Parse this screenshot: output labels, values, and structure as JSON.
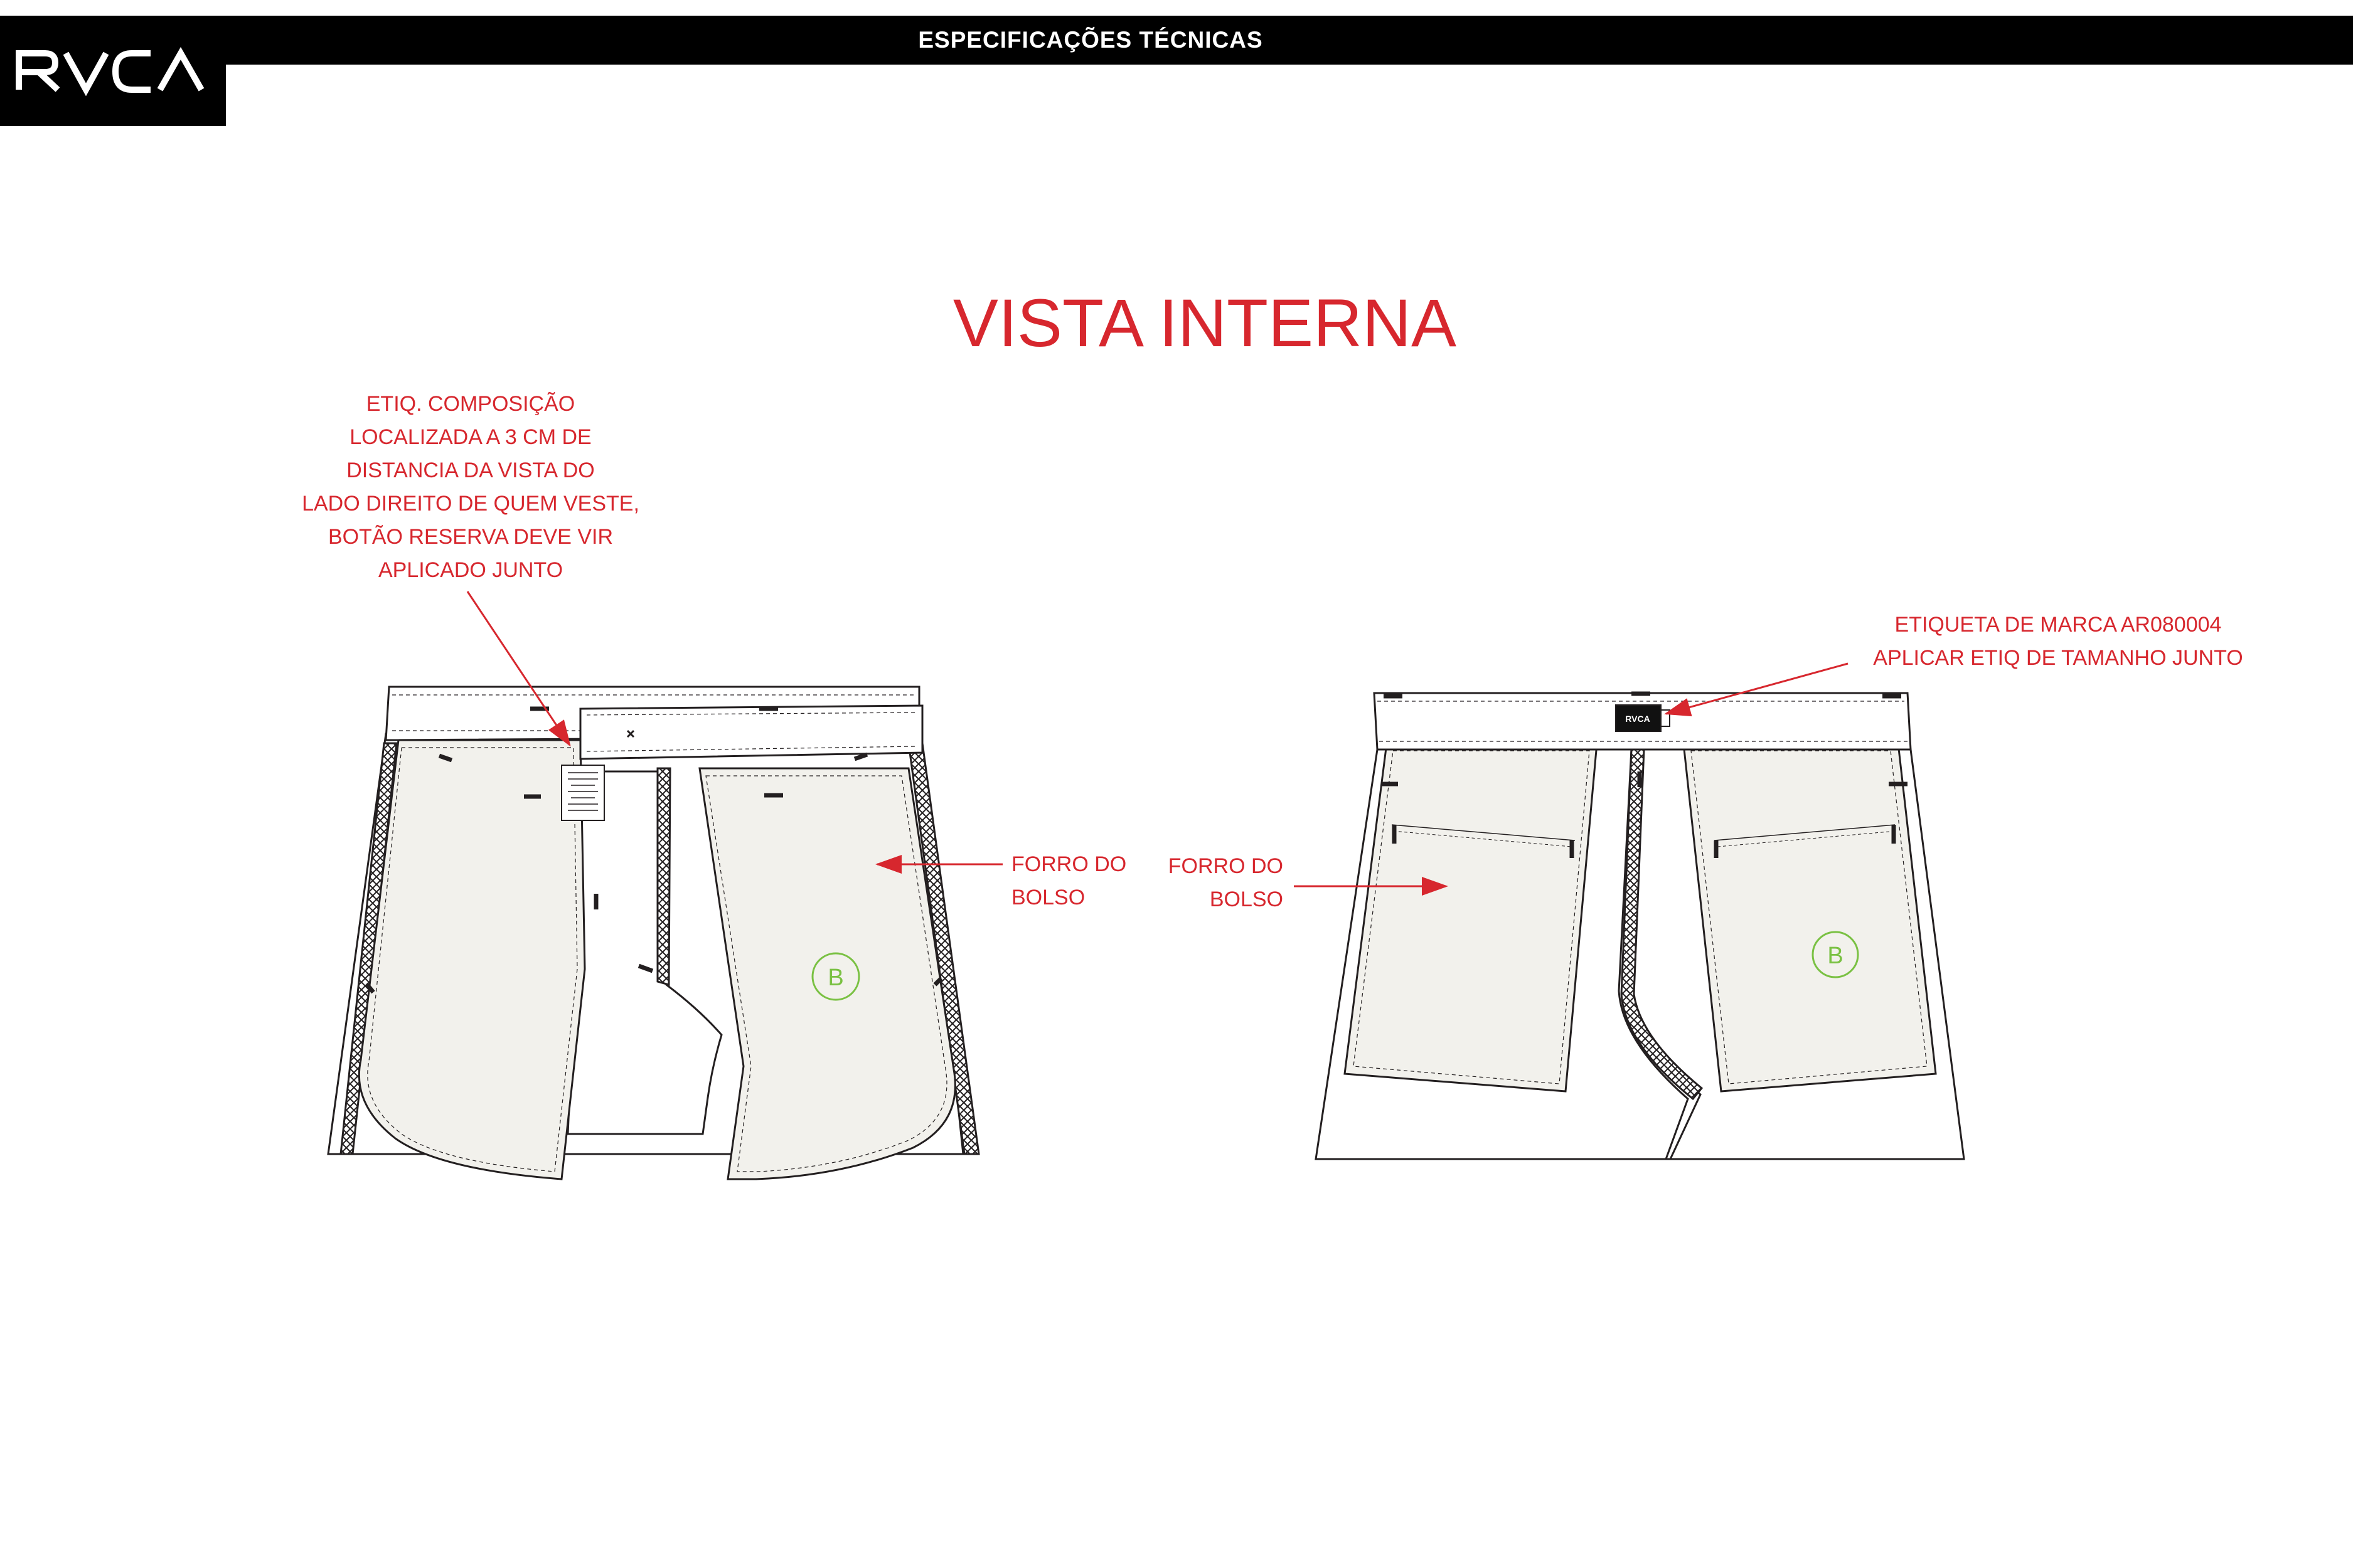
{
  "header": {
    "brand": "RVCA",
    "section_title": "ESPECIFICAÇÕES TÉCNICAS"
  },
  "page": {
    "title": "VISTA INTERNA"
  },
  "front_view": {
    "composition_label_note": "ETIQ. COMPOSIÇÃO\nLOCALIZADA A 3 CM DE\nDISTANCIA DA VISTA DO\nLADO DIREITO DE QUEM VESTE,\nBOTÃO RESERVA DEVE VIR\nAPLICADO JUNTO",
    "pocket_lining_note": "FORRO DO\nBOLSO",
    "badge": "B"
  },
  "back_view": {
    "brand_label_note": "ETIQUETA DE MARCA AR080004\nAPLICAR ETIQ DE TAMANHO JUNTO",
    "pocket_lining_note": "FORRO DO\nBOLSO",
    "badge": "B",
    "label_text": "RVCA"
  },
  "colors": {
    "annotation": "#d7272e",
    "badge": "#7ac143",
    "lining_fill": "#f2f1ec",
    "outline": "#231f20"
  }
}
